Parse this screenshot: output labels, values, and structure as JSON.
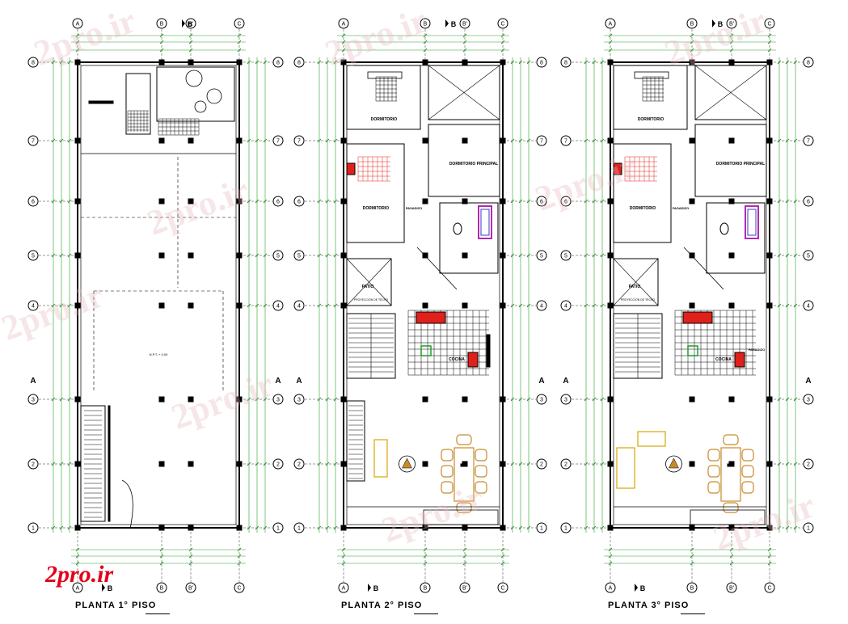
{
  "titles": {
    "plan1": "PLANTA 1° PISO",
    "plan2": "PLANTA 2° PISO",
    "plan3": "PLANTA 3° PISO"
  },
  "logo": "2pro.ir",
  "watermark": "2pro.ir",
  "grid": {
    "columns": [
      "A",
      "B",
      "B'",
      "C"
    ],
    "rows": [
      "8",
      "7",
      "6",
      "5",
      "4",
      "3",
      "2",
      "1"
    ],
    "section_mark": "A",
    "section_col": "B"
  },
  "room_labels": {
    "dormitorio": "DORMITORIO",
    "dormitorio_principal": "DORMITORIO PRINCIPAL",
    "pasadizo": "PASADIZO",
    "patio": "PATIO",
    "cocina": "COCINA",
    "proyeccion_techo": "PROYECCION DE TECHO"
  },
  "colors": {
    "line": "#000000",
    "dim": "#2a9d2a",
    "red": "#e0201a",
    "orange": "#c98a2c",
    "magenta": "#b02bb0",
    "yellow": "#d8a700",
    "logo": "#e3001b"
  }
}
